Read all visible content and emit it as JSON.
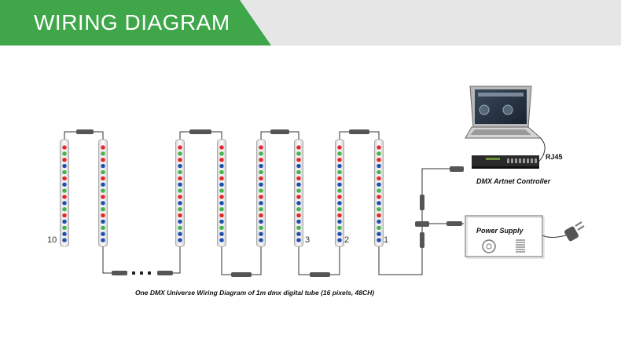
{
  "banner": {
    "title": "WIRING DIAGRAM"
  },
  "tubes": [
    {
      "label": "10"
    },
    {
      "label": ""
    },
    {
      "label": ""
    },
    {
      "label": ""
    },
    {
      "label": ""
    },
    {
      "label": "3"
    },
    {
      "label": "2"
    },
    {
      "label": "1"
    }
  ],
  "pixel_colors": [
    "#e8262a",
    "#44b34a",
    "#e8262a",
    "#1f4fb0",
    "#44b34a",
    "#e8262a",
    "#1f4fb0",
    "#44b34a",
    "#e8262a",
    "#1f4fb0",
    "#44b34a",
    "#e8262a",
    "#1f4fb0",
    "#44b34a",
    "#1f4fb0",
    "#1f4fb0"
  ],
  "labels": {
    "rj45": "RJ45",
    "controller": "DMX Artnet Controller",
    "power_supply": "Power Supply",
    "caption": "One DMX Universe Wiring Diagram of 1m dmx digital tube (16 pixels, 48CH)"
  },
  "colors": {
    "banner_green": "#3fa64a",
    "banner_gray": "#e6e6e6"
  }
}
